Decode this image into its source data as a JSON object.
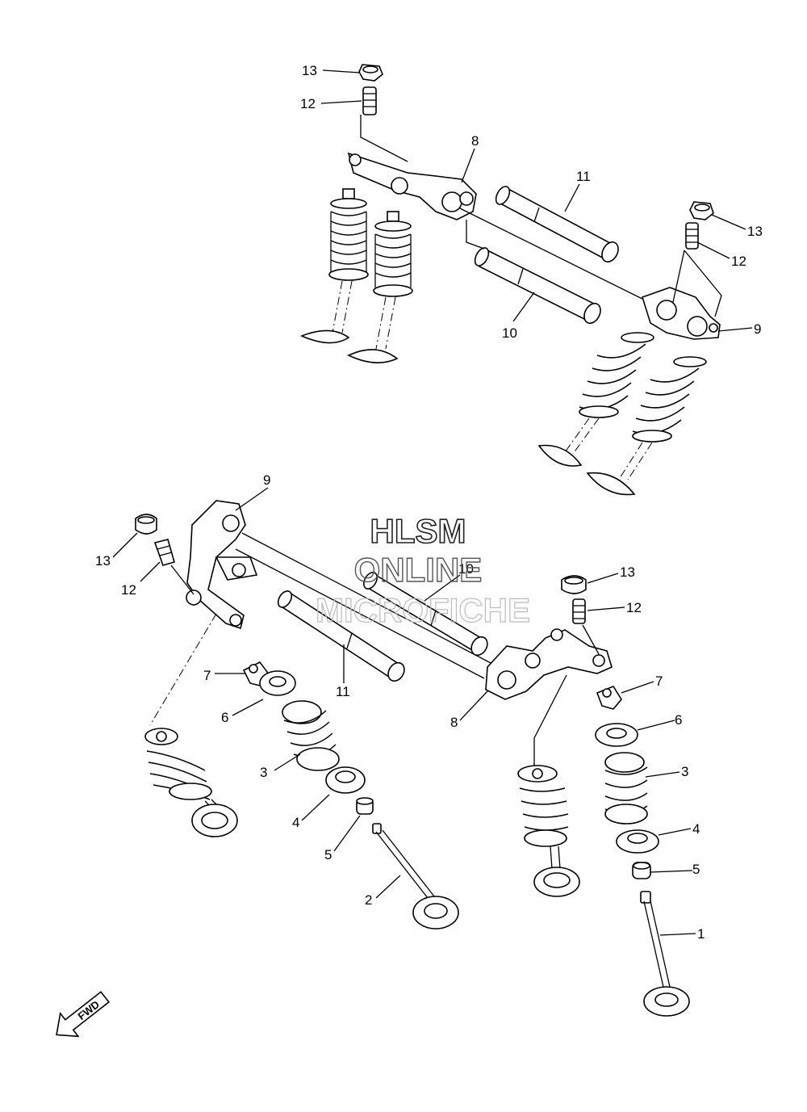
{
  "watermark": {
    "line1": "HLSM",
    "line2": "ONLINE",
    "line3": "MICROFICHE"
  },
  "direction_marker": "FWD",
  "callouts": [
    "13",
    "12",
    "8",
    "11",
    "13",
    "12",
    "9",
    "10",
    "9",
    "13",
    "12",
    "10",
    "13",
    "12",
    "7",
    "11",
    "6",
    "3",
    "4",
    "5",
    "2",
    "8",
    "7",
    "6",
    "3",
    "4",
    "5",
    "1"
  ]
}
